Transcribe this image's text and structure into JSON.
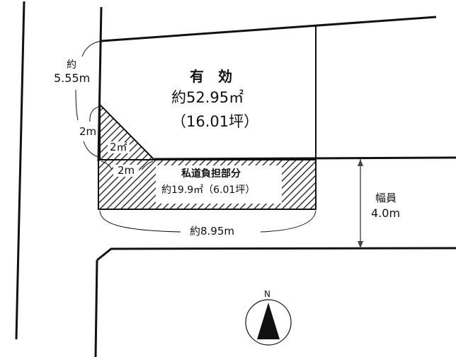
{
  "diagram": {
    "type": "land-survey-plot",
    "lot": {
      "title": "有　効",
      "area": "約52.95㎡",
      "tsubo": "（16.01坪）"
    },
    "private_road": {
      "title": "私道負担部分",
      "area": "約19.9㎡（6.01坪）"
    },
    "corner_cut": {
      "area": "2㎡",
      "side_vertical": "2m",
      "side_horizontal": "2m"
    },
    "dimensions": {
      "left_side_prefix": "約",
      "left_side": "5.55m",
      "frontage": "約8.95m",
      "road_width_label": "幅員",
      "road_width": "4.0m"
    },
    "compass": {
      "north_label": "N"
    },
    "colors": {
      "line": "#111111",
      "hatch": "#333333",
      "background": "#ffffff"
    }
  }
}
